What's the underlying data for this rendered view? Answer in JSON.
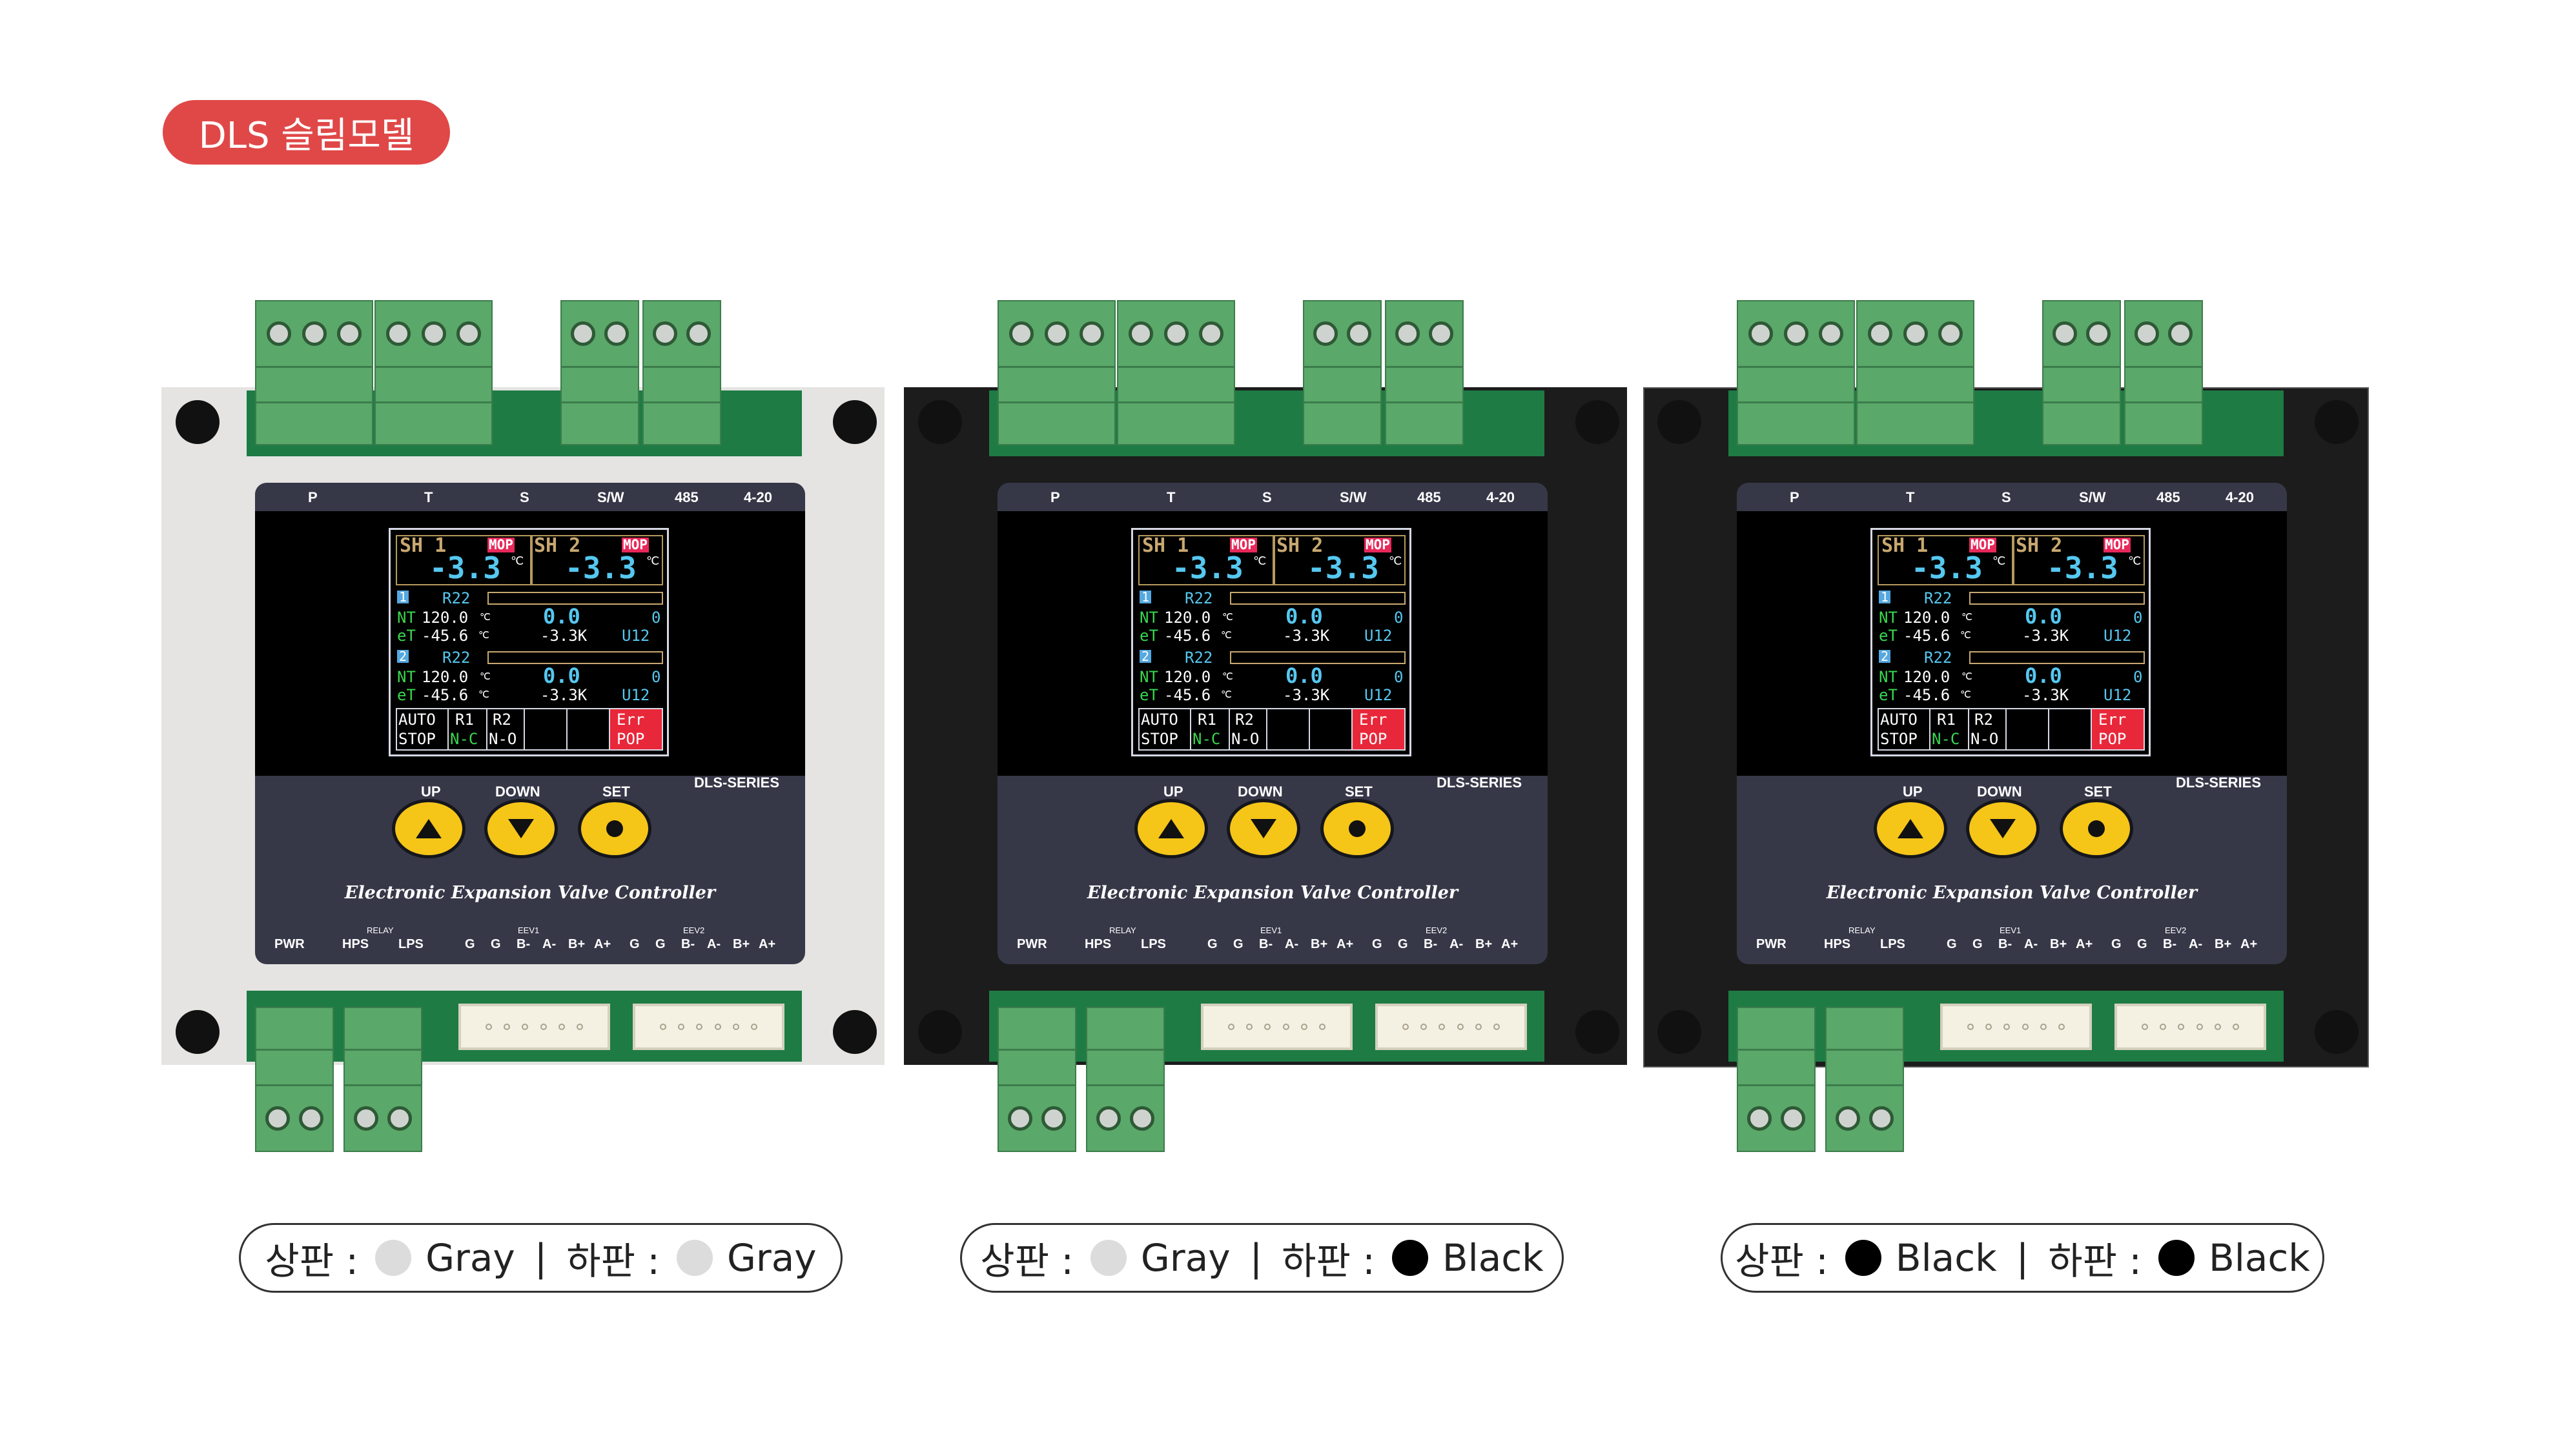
{
  "badge": "DLS 슬림모델",
  "colors": {
    "gray_case": "#e5e4e2",
    "black_case": "#1c1c1c",
    "badge_red": "#e04848",
    "pcb_green": "#1e7b44",
    "terminal_green": "#5aa86a",
    "button_yellow": "#f5c518"
  },
  "panel": {
    "top_labels": [
      "P",
      "T",
      "S",
      "S/W",
      "485",
      "4-20"
    ],
    "button_labels": {
      "up": "UP",
      "down": "DOWN",
      "set": "SET"
    },
    "series": "DLS-SERIES",
    "product": "Electronic Expansion Valve Controller",
    "bottom": {
      "pwr": "PWR",
      "relay": "RELAY",
      "hps": "HPS",
      "lps": "LPS",
      "eev1": "EEV1",
      "eev2": "EEV2",
      "pins": [
        "G",
        "G",
        "B-",
        "A-",
        "B+",
        "A+"
      ]
    }
  },
  "lcd": {
    "sh1": "SH 1",
    "sh2": "SH 2",
    "mop": "MOP",
    "big1": "-3.3",
    "big2": "-3.3",
    "unit": "℃",
    "ch1": "1",
    "ch2": "2",
    "ref": "R22",
    "nt": "NT",
    "et": "eT",
    "nt_val": "120.0",
    "et_val": "-45.6",
    "c": "℃",
    "valve": "0.0",
    "zero": "0",
    "k": "-3.3K",
    "u": "U12",
    "auto": "AUTO",
    "stop": "STOP",
    "r1": "R1",
    "r2": "R2",
    "nc": "N-C",
    "no": "N-O",
    "err": "Err",
    "pop": "POP"
  },
  "variants": [
    {
      "upper_label": "상판 :",
      "upper_color_name": "Gray",
      "upper_color": "#dcdcdc",
      "lower_label": "하판 :",
      "lower_color_name": "Gray",
      "lower_color": "#dcdcdc"
    },
    {
      "upper_label": "상판 :",
      "upper_color_name": "Gray",
      "upper_color": "#dcdcdc",
      "lower_label": "하판 :",
      "lower_color_name": "Black",
      "lower_color": "#000000"
    },
    {
      "upper_label": "상판 :",
      "upper_color_name": "Black",
      "upper_color": "#000000",
      "lower_label": "하판 :",
      "lower_color_name": "Black",
      "lower_color": "#000000"
    }
  ]
}
